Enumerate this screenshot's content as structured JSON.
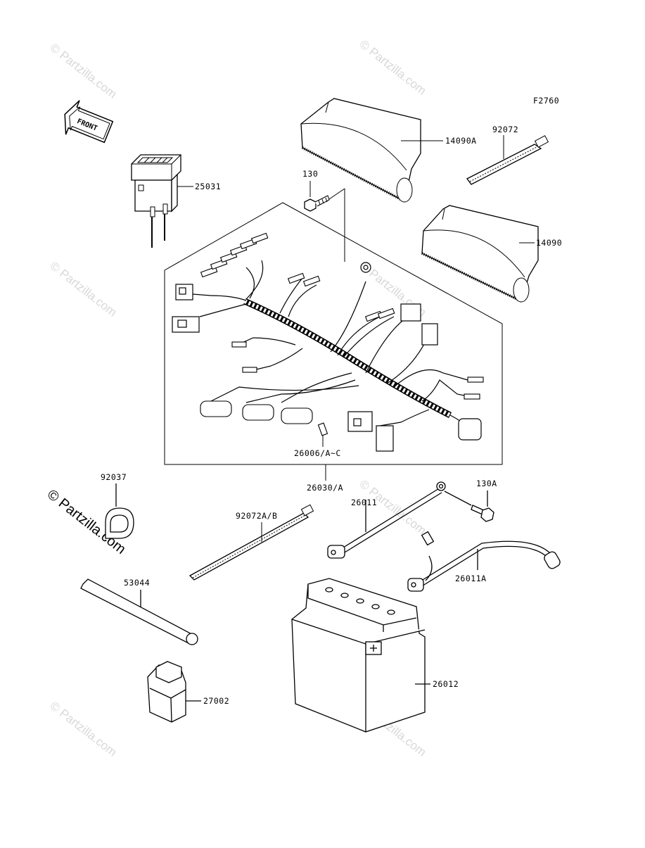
{
  "figure_code": "F2760",
  "front_label": "FRONT",
  "watermark": "© Partzilla.com",
  "watermark_strong": "© Partzilla.com",
  "parts": {
    "p14090A": "14090A",
    "p92072": "92072",
    "p25031": "25031",
    "p130": "130",
    "p14090": "14090",
    "p26006": "26006/A~C",
    "p26030": "26030/A",
    "p92037": "92037",
    "p130A": "130A",
    "p26011": "26011",
    "p92072AB": "92072A/B",
    "p26011A": "26011A",
    "p53044": "53044",
    "p26012": "26012",
    "p27002": "27002"
  }
}
